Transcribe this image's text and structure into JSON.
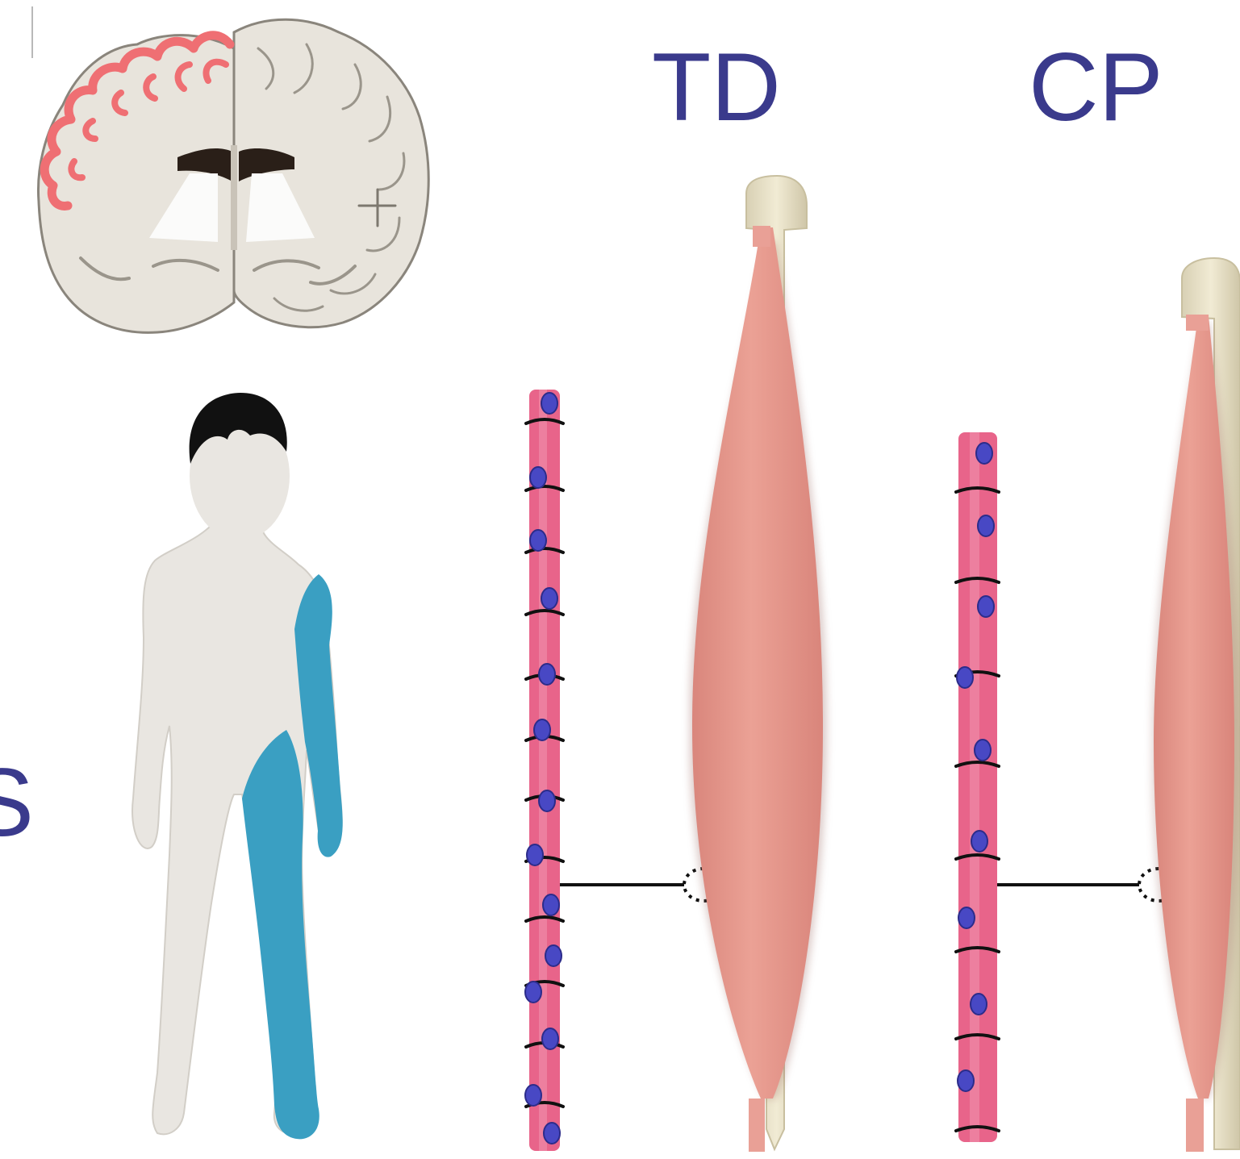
{
  "labels": {
    "td": "TD",
    "cp": "CP",
    "left_edge_fragment": "S"
  },
  "icons": {
    "brain": "brain-coronal-section-icon",
    "child": "hemiplegic-child-figure-icon",
    "fiber": "muscle-fiber-icon",
    "muscle": "muscle-belly-with-tendon-icon"
  },
  "colors": {
    "label": "#3a3a8c",
    "affected_side": "#3a9fc2",
    "cortex_lesion": "#ef6f73",
    "brain_tissue": "#e8e4dc",
    "skin": "#e9e6e1",
    "hair": "#111111",
    "fiber": "#e8648a",
    "nucleus": "#4848c4",
    "muscle": "#e59a90",
    "tendon": "#ece5cc"
  }
}
